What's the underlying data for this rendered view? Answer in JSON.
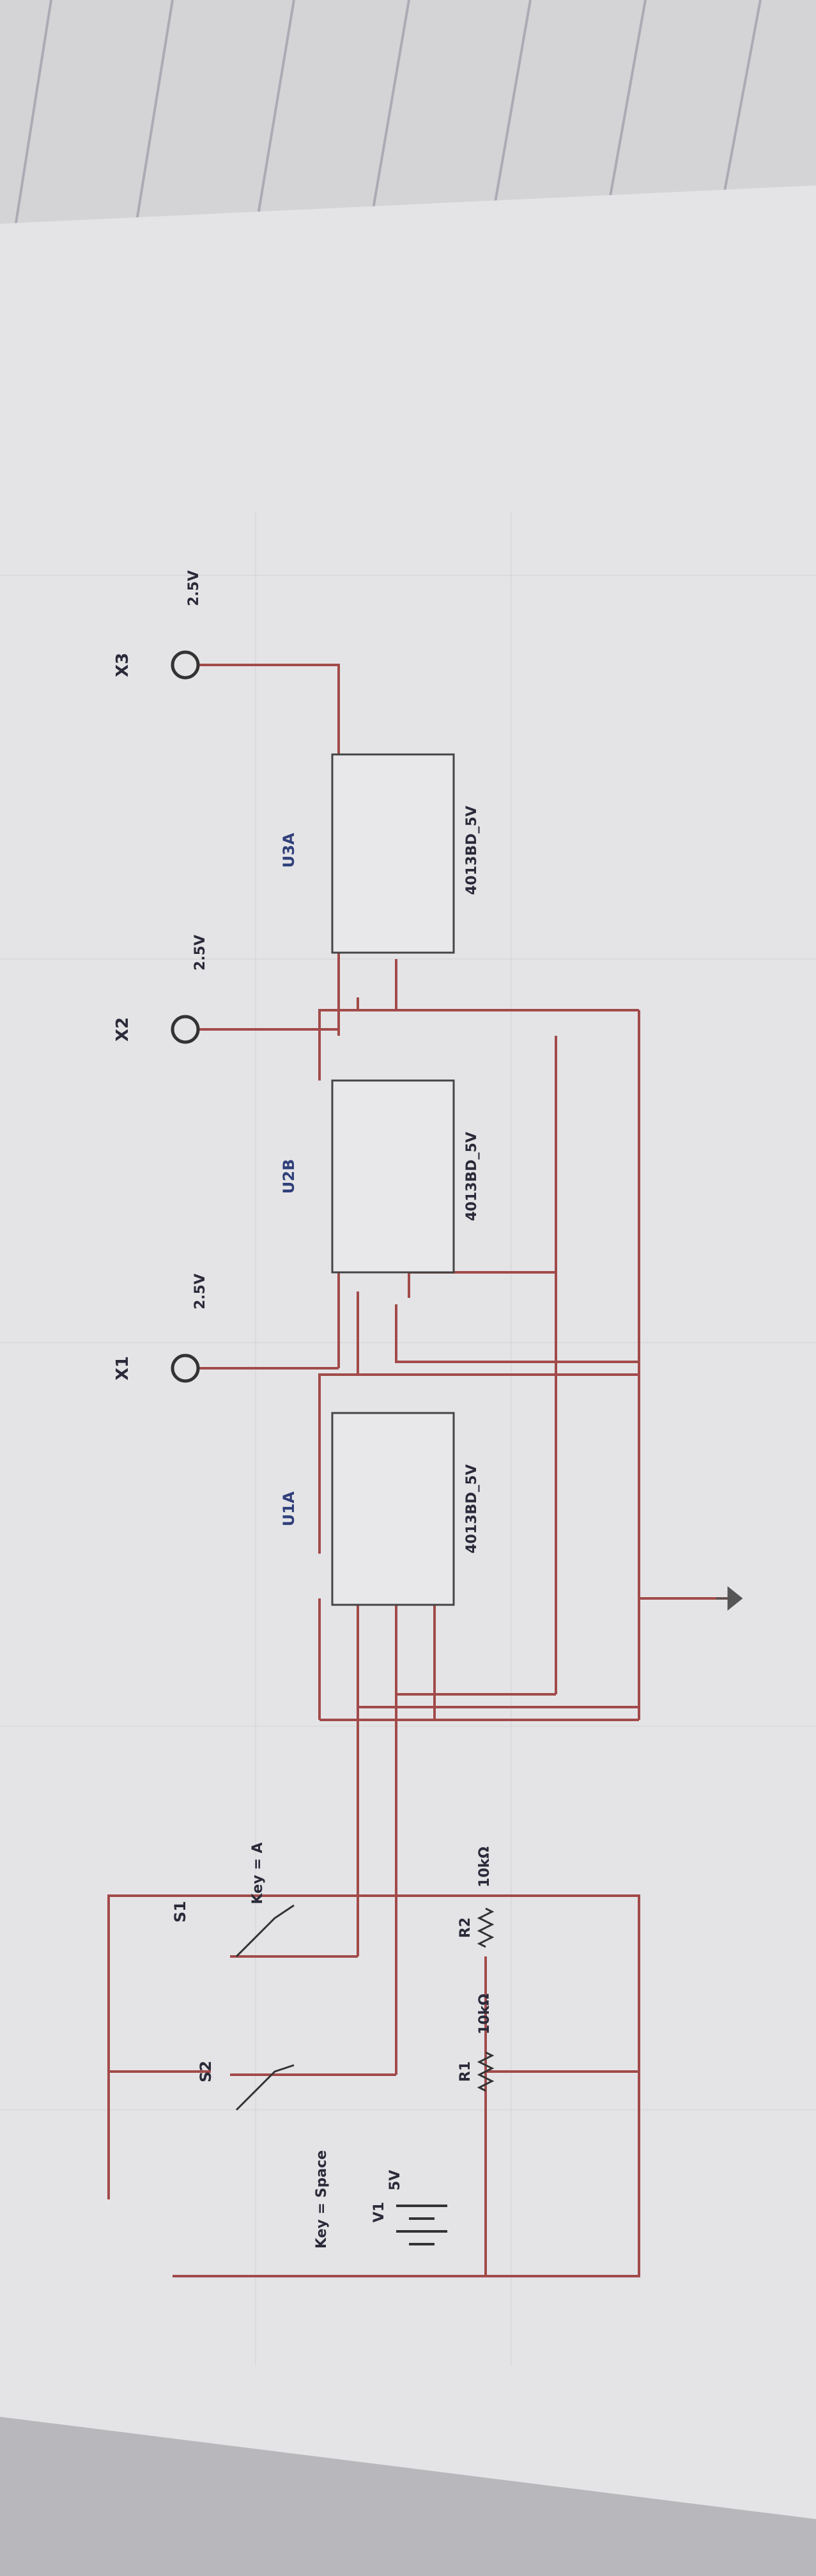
{
  "labels": {
    "x1": "X1",
    "x2": "X2",
    "x3": "X3",
    "x1_voltage": "2.5V",
    "x2_voltage": "2.5V",
    "x3_voltage": "2.5V",
    "u1_name": "U1A",
    "u1_part": "4013BD_5V",
    "u2_name": "U2B",
    "u2_part": "4013BD_5V",
    "u3_name": "U3A",
    "u3_part": "4013BD_5V",
    "s1": "S1",
    "s1_key": "Key = A",
    "s2": "S2",
    "s2_key": "Key = Space",
    "r1": "R1",
    "r1_value": "10kΩ",
    "r2": "R2",
    "r2_value": "10kΩ",
    "v1": "V1",
    "v1_value": "5V"
  },
  "colors": {
    "wire": "#a24a4a",
    "chip_label": "#2f3f7a",
    "paper": "#e6e6e8"
  }
}
